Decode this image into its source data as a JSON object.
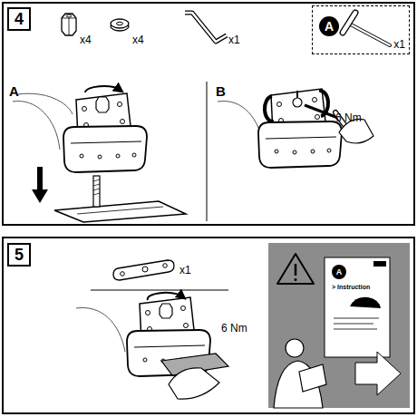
{
  "diagram": {
    "nodes": [
      {
        "text": [
          "4"
        ]
      },
      {
        "text": [
          "x1"
        ]
      },
      {
        "text": [
          "A"
        ],
        "in": 1
      },
      {
        "text": [
          "5"
        ]
      },
      {
        "text": [
          "A"
        ]
      }
    ],
    "labels": [
      "x4",
      "x4",
      "x1",
      "A",
      "B",
      "6 Nm",
      "x1",
      "6 Nm",
      "> Instruction"
    ]
  }
}
